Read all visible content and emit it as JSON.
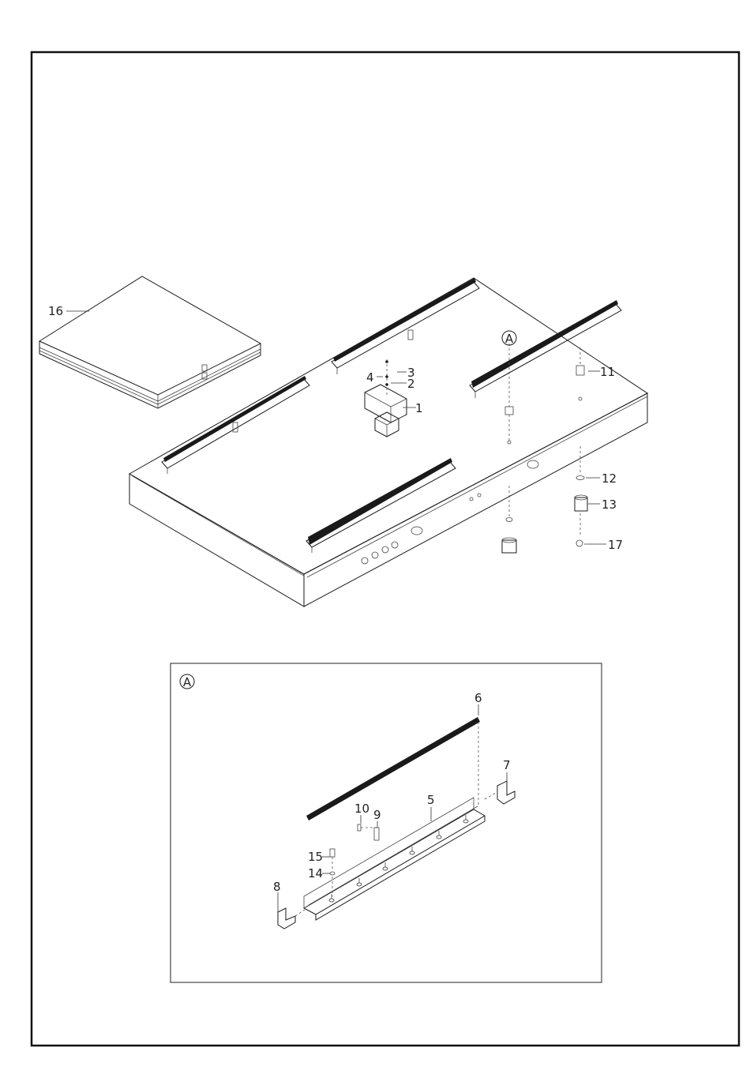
{
  "main_callouts": [
    {
      "id": "c1",
      "text": "1"
    },
    {
      "id": "c2",
      "text": "2"
    },
    {
      "id": "c3",
      "text": "3"
    },
    {
      "id": "c4",
      "text": "4"
    },
    {
      "id": "c11",
      "text": "11"
    },
    {
      "id": "c12",
      "text": "12"
    },
    {
      "id": "c13",
      "text": "13"
    },
    {
      "id": "c16",
      "text": "16"
    },
    {
      "id": "c17",
      "text": "17"
    }
  ],
  "detail_marker": "A",
  "detail_callouts": [
    {
      "id": "d5",
      "text": "5"
    },
    {
      "id": "d6",
      "text": "6"
    },
    {
      "id": "d7",
      "text": "7"
    },
    {
      "id": "d8",
      "text": "8"
    },
    {
      "id": "d9",
      "text": "9"
    },
    {
      "id": "d10",
      "text": "10"
    },
    {
      "id": "d14",
      "text": "14"
    },
    {
      "id": "d15",
      "text": "15"
    }
  ]
}
